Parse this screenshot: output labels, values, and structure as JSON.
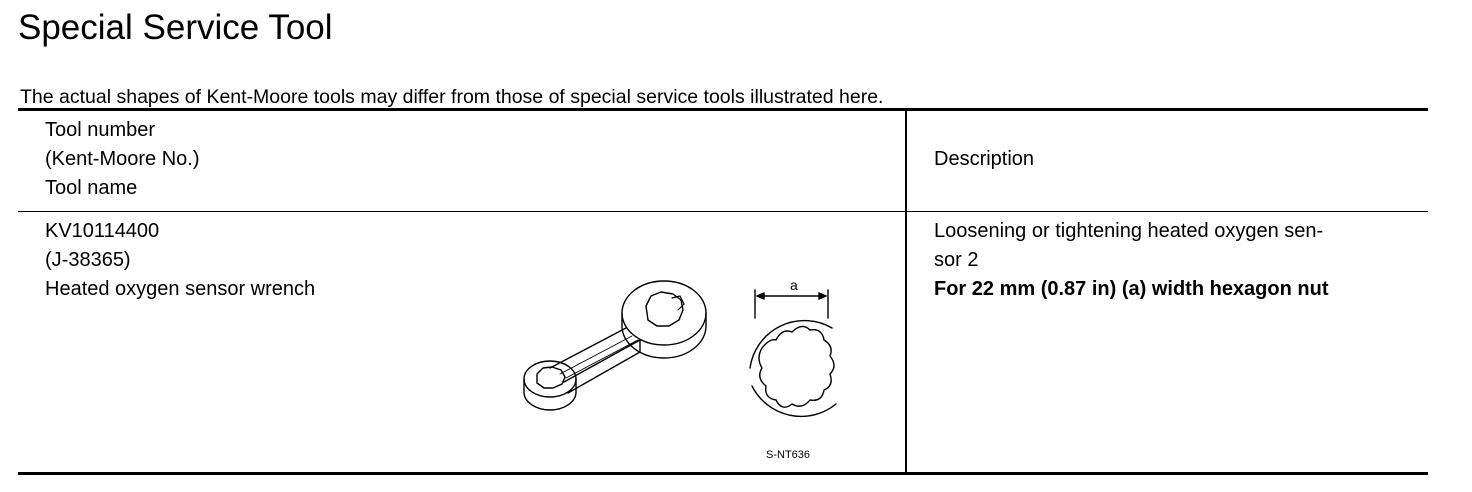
{
  "page": {
    "title": "Special Service Tool",
    "note": "The actual shapes of Kent-Moore tools may differ from those of special service tools illustrated here."
  },
  "table": {
    "header": {
      "tool_lines": [
        "Tool number",
        "(Kent-Moore No.)",
        "Tool name"
      ],
      "description": "Description"
    },
    "rows": [
      {
        "tool_number": "KV10114400",
        "kent_moore_no": "(J-38365)",
        "tool_name": "Heated oxygen sensor wrench",
        "description_lines": [
          "Loosening or tightening heated oxygen sen-",
          "sor 2"
        ],
        "description_bold": "For 22 mm (0.87 in) (a) width hexagon nut",
        "illustration": {
          "icon": "oxygen-sensor-wrench-icon",
          "dimension_label": "a",
          "figure_code": "S-NT636"
        }
      }
    ]
  }
}
